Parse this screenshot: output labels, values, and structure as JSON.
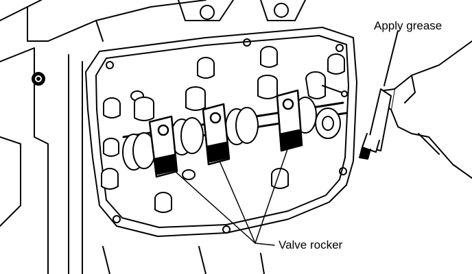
{
  "labels": {
    "apply_grease": "Apply grease",
    "valve_rocker": "Valve rocker"
  },
  "colors": {
    "ink": "#000000",
    "paper": "#ffffff"
  },
  "parts": {
    "valve_rocker_count": 3,
    "camshaft_lobe_count": 6,
    "cylinder_head_bolt_count": 10
  }
}
